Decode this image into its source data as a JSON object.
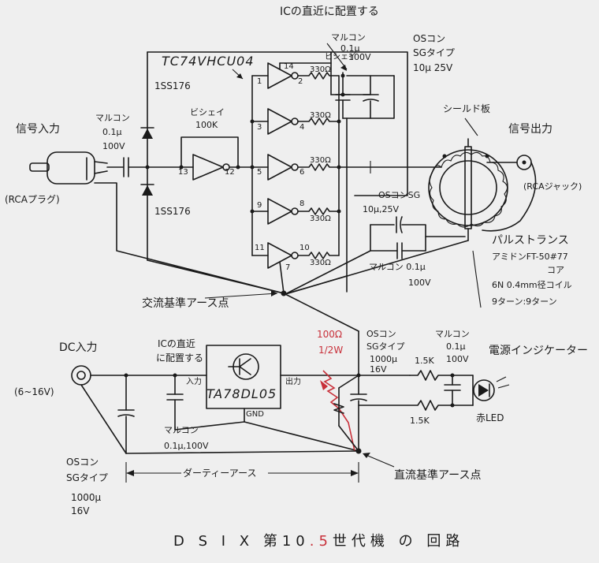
{
  "title": {
    "left": "D S I X",
    "mid": "第10",
    "red": ".5",
    "right": "世代機 の 回路"
  },
  "header_note": "ICの直近に配置する",
  "signal_in": {
    "label": "信号入力",
    "plug": "(RCAプラグ)"
  },
  "signal_out": {
    "label": "信号出力",
    "jack": "(RCAジャック)"
  },
  "c_in": {
    "line1": "マルコン",
    "line2": "0.1μ",
    "line3": "100V"
  },
  "diode_top": "1SS176",
  "diode_bottom": "1SS176",
  "ic_name": "TC74VHCU04",
  "bias_res": {
    "line1": "ビシェイ",
    "line2": "100K"
  },
  "pins": {
    "p1": "1",
    "p2": "2",
    "p3": "3",
    "p4": "4",
    "p5": "5",
    "p6": "6",
    "p7": "7",
    "p8": "8",
    "p9": "9",
    "p10": "10",
    "p11": "11",
    "p12": "12",
    "p13": "13",
    "p14": "14"
  },
  "out_res": {
    "r1": "330",
    "r2": "330",
    "r3": "330",
    "r4": "330",
    "r5": "330",
    "unit": "Ω"
  },
  "bypass_mar": {
    "line1": "マルコン",
    "line2": "0.1μ",
    "line3": "100V",
    "vishay": "ビシェイ"
  },
  "bypass_os": {
    "line1": "OSコン",
    "line2": "SGタイプ",
    "line3": "10μ 25V"
  },
  "shield": "シールド板",
  "coupling_os": {
    "line1": "OSコンSG",
    "line2": "10μ,25V"
  },
  "coupling_mar": {
    "line1": "マルコン 0.1μ",
    "line2": "100V"
  },
  "pulse_trans": {
    "title": "パルストランス",
    "l1": "アミドンFT-50#77",
    "l2": "コア",
    "l3": "6N 0.4mm径コイル",
    "l4": "9ターン:9ターン"
  },
  "ac_ground": "交流基準アース点",
  "dc_in": {
    "label": "DC入力",
    "range": "(6~16V)"
  },
  "reg_note": {
    "l1": "ICの直近",
    "l2": "に配置する"
  },
  "regulator": {
    "name": "TA78DL05",
    "in": "入力",
    "out": "出力",
    "gnd": "GND"
  },
  "reg_cap": {
    "l1": "マルコン",
    "l2": "0.1μ,100V"
  },
  "dc_cap": {
    "l1": "OSコン",
    "l2": "SGタイプ",
    "l3": "1000μ",
    "l4": "16V"
  },
  "red_res": {
    "l1": "100Ω",
    "l2": "1/2W"
  },
  "out_cap": {
    "l1": "OSコン",
    "l2": "SGタイプ",
    "l3": "1000μ",
    "l4": "16V"
  },
  "r_led1": "1.5K",
  "r_led2": "1.5K",
  "led_cap": {
    "l1": "マルコン",
    "l2": "0.1μ",
    "l3": "100V"
  },
  "power_ind": "電源インジケーター",
  "led": "赤LED",
  "dirty_ground": "ダーティーアース",
  "dc_ground": "直流基準アース点"
}
